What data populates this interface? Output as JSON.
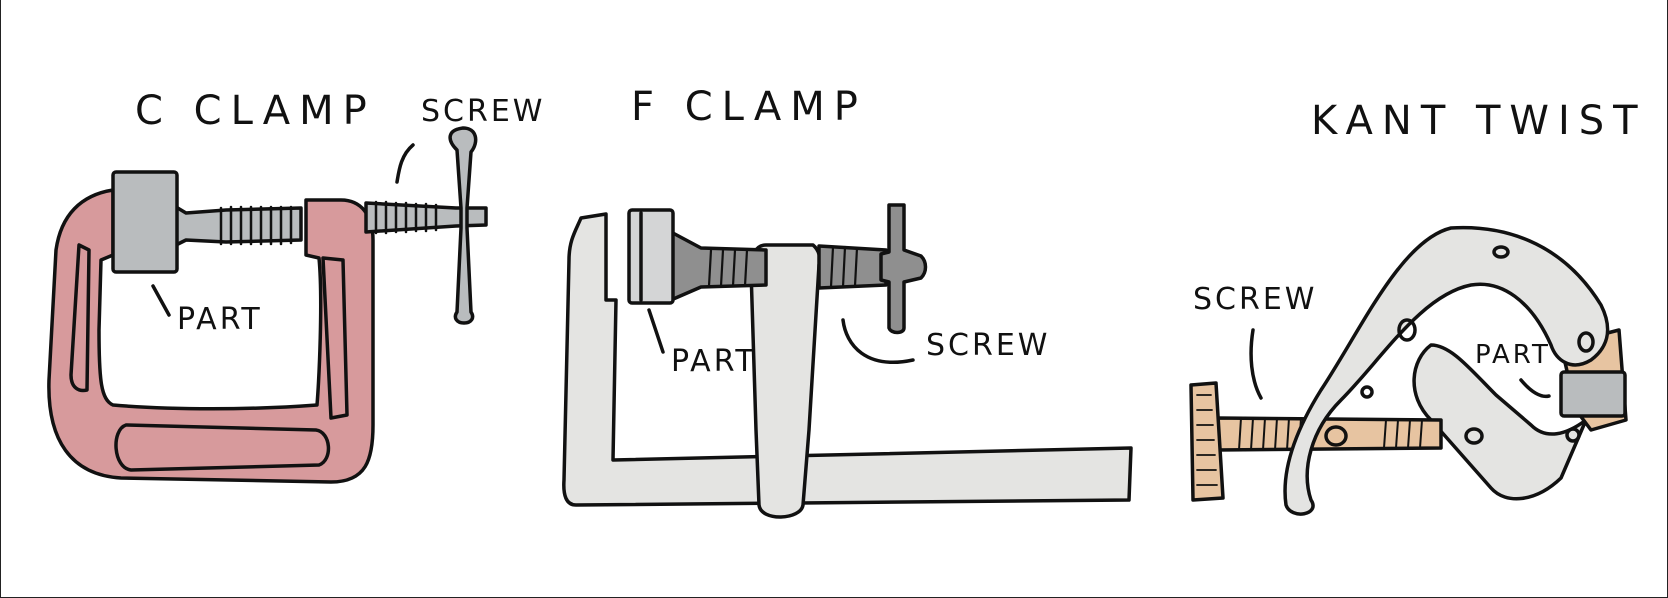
{
  "diagram": {
    "c_clamp": {
      "title": "C CLAMP",
      "screw_label": "SCREW",
      "part_label": "PART"
    },
    "f_clamp": {
      "title": "F CLAMP",
      "screw_label": "SCREW",
      "part_label": "PART"
    },
    "kant_twist": {
      "title": "KANT TWIST",
      "screw_label": "SCREW",
      "part_label": "PART"
    }
  },
  "colors": {
    "c_clamp_body": "#d79a9c",
    "metal_gray": "#b9bcbe",
    "f_clamp_body": "#e4e4e2",
    "f_clamp_screw": "#8f8f8f",
    "kant_body": "#e4e4e2",
    "kant_screw": "#e7c4a1",
    "outline": "#111111"
  }
}
